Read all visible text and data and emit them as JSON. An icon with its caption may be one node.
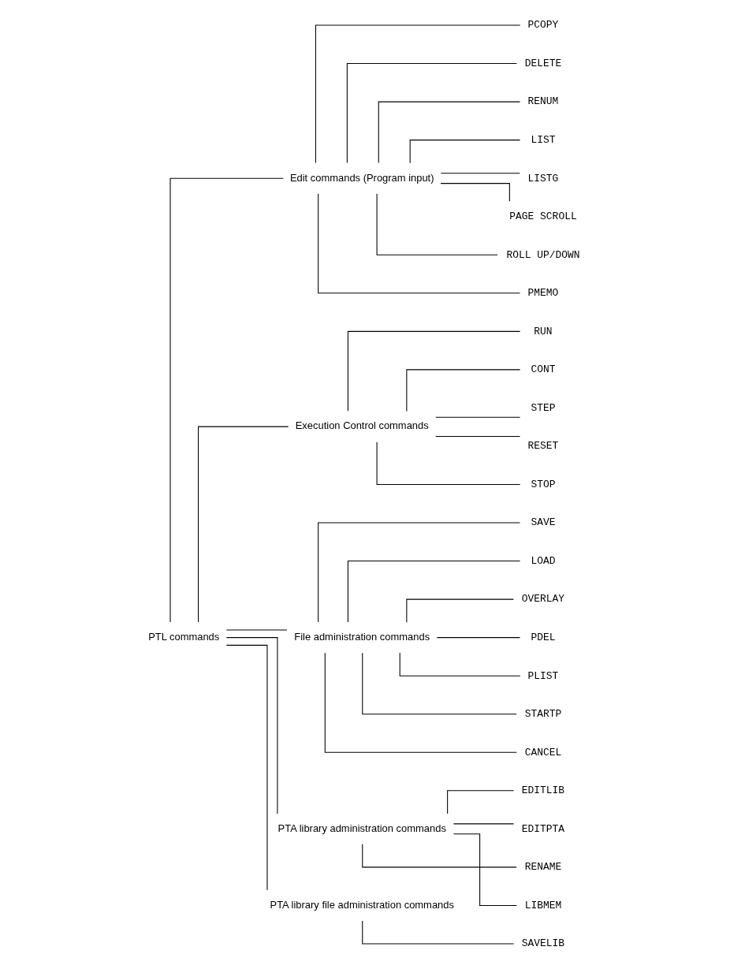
{
  "diagram": {
    "nodes": [
      {
        "text": [
          "PTL commands"
        ]
      },
      {
        "text": [
          "Edit commands (Program input)"
        ]
      },
      {
        "text": [
          "PCOPY"
        ]
      },
      {
        "text": [
          "DELETE"
        ]
      },
      {
        "text": [
          "RENUM"
        ]
      },
      {
        "text": [
          "LIST"
        ]
      },
      {
        "text": [
          "LISTG"
        ]
      },
      {
        "text": [
          "PAGE SCROLL"
        ]
      },
      {
        "text": [
          "ROLL UP/DOWN"
        ]
      },
      {
        "text": [
          "PMEMO"
        ]
      },
      {
        "text": [
          "Execution Control commands"
        ]
      },
      {
        "text": [
          "RUN"
        ]
      },
      {
        "text": [
          "CONT"
        ]
      },
      {
        "text": [
          "STEP"
        ]
      },
      {
        "text": [
          "RESET"
        ]
      },
      {
        "text": [
          "STOP"
        ]
      },
      {
        "text": [
          "File administration commands"
        ]
      },
      {
        "text": [
          "SAVE"
        ]
      },
      {
        "text": [
          "LOAD"
        ]
      },
      {
        "text": [
          "OVERLAY"
        ]
      },
      {
        "text": [
          "PDEL"
        ]
      },
      {
        "text": [
          "PLIST"
        ]
      },
      {
        "text": [
          "STARTP"
        ]
      },
      {
        "text": [
          "CANCEL"
        ]
      },
      {
        "text": [
          "PTA library administration commands"
        ]
      },
      {
        "text": [
          "EDITLIB"
        ]
      },
      {
        "text": [
          "EDITPTA"
        ]
      },
      {
        "text": [
          "RENAME"
        ]
      },
      {
        "text": [
          "LIBMEM"
        ]
      },
      {
        "text": [
          "PTA library file administration commands"
        ]
      },
      {
        "text": [
          "SAVELIB"
        ]
      }
    ],
    "edges": [
      {
        "from": 0,
        "to": 1,
        "arrow": "none"
      },
      {
        "from": 1,
        "to": 2,
        "arrow": "none"
      },
      {
        "from": 1,
        "to": 3,
        "arrow": "none"
      },
      {
        "from": 1,
        "to": 4,
        "arrow": "none"
      },
      {
        "from": 1,
        "to": 5,
        "arrow": "none"
      },
      {
        "from": 1,
        "to": 6,
        "arrow": "none"
      },
      {
        "from": 1,
        "to": 7,
        "arrow": "none"
      },
      {
        "from": 1,
        "to": 8,
        "arrow": "none"
      },
      {
        "from": 1,
        "to": 9,
        "arrow": "none"
      },
      {
        "from": 0,
        "to": 10,
        "arrow": "none"
      },
      {
        "from": 10,
        "to": 11,
        "arrow": "none"
      },
      {
        "from": 10,
        "to": 12,
        "arrow": "none"
      },
      {
        "from": 10,
        "to": 13,
        "arrow": "none"
      },
      {
        "from": 10,
        "to": 14,
        "arrow": "none"
      },
      {
        "from": 10,
        "to": 15,
        "arrow": "none"
      },
      {
        "from": 0,
        "to": 16,
        "arrow": "none"
      },
      {
        "from": 16,
        "to": 17,
        "arrow": "none"
      },
      {
        "from": 16,
        "to": 18,
        "arrow": "none"
      },
      {
        "from": 16,
        "to": 19,
        "arrow": "none"
      },
      {
        "from": 16,
        "to": 20,
        "arrow": "none"
      },
      {
        "from": 16,
        "to": 21,
        "arrow": "none"
      },
      {
        "from": 16,
        "to": 22,
        "arrow": "none"
      },
      {
        "from": 16,
        "to": 23,
        "arrow": "none"
      },
      {
        "from": 0,
        "to": 24,
        "arrow": "none"
      },
      {
        "from": 24,
        "to": 25,
        "arrow": "none"
      },
      {
        "from": 24,
        "to": 26,
        "arrow": "none"
      },
      {
        "from": 24,
        "to": 27,
        "arrow": "none"
      },
      {
        "from": 24,
        "to": 28,
        "arrow": "none"
      },
      {
        "from": 0,
        "to": 29,
        "arrow": "none"
      },
      {
        "from": 29,
        "to": 30,
        "arrow": "none"
      }
    ]
  }
}
